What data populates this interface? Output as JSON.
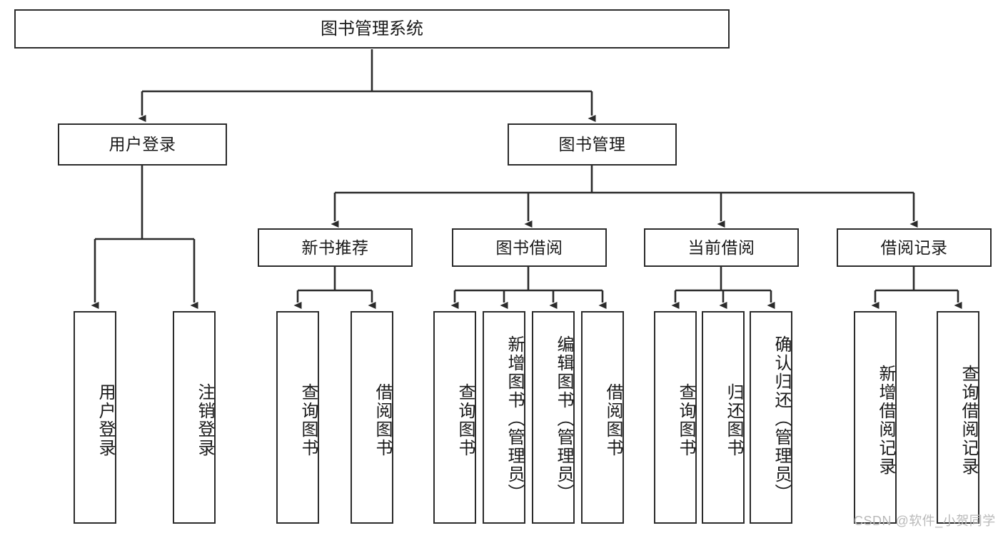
{
  "diagram": {
    "title": "图书管理系统",
    "type": "hierarchy-tree",
    "root": {
      "label": "图书管理系统"
    },
    "level2": [
      {
        "id": "user-login",
        "label": "用户登录"
      },
      {
        "id": "book-manage",
        "label": "图书管理"
      }
    ],
    "level3": [
      {
        "id": "new-book-recommend",
        "label": "新书推荐",
        "parent": "book-manage"
      },
      {
        "id": "book-borrow",
        "label": "图书借阅",
        "parent": "book-manage"
      },
      {
        "id": "current-borrow",
        "label": "当前借阅",
        "parent": "book-manage"
      },
      {
        "id": "borrow-record",
        "label": "借阅记录",
        "parent": "book-manage"
      }
    ],
    "leaves": [
      {
        "id": "leaf-user-login",
        "label": "用户登录",
        "parent": "user-login"
      },
      {
        "id": "leaf-logout",
        "label": "注销登录",
        "parent": "user-login"
      },
      {
        "id": "leaf-query-book-1",
        "label": "查询图书",
        "parent": "new-book-recommend"
      },
      {
        "id": "leaf-borrow-book-1",
        "label": "借阅图书",
        "parent": "new-book-recommend"
      },
      {
        "id": "leaf-query-book-2",
        "label": "查询图书",
        "parent": "book-borrow"
      },
      {
        "id": "leaf-add-book",
        "label": "新增图书（管理员）",
        "parent": "book-borrow"
      },
      {
        "id": "leaf-edit-book",
        "label": "编辑图书（管理员）",
        "parent": "book-borrow"
      },
      {
        "id": "leaf-borrow-book-2",
        "label": "借阅图书",
        "parent": "book-borrow"
      },
      {
        "id": "leaf-query-book-3",
        "label": "查询图书",
        "parent": "current-borrow"
      },
      {
        "id": "leaf-return-book",
        "label": "归还图书",
        "parent": "current-borrow"
      },
      {
        "id": "leaf-confirm-return",
        "label": "确认归还（管理员）",
        "parent": "current-borrow"
      },
      {
        "id": "leaf-add-record",
        "label": "新增借阅记录",
        "parent": "borrow-record"
      },
      {
        "id": "leaf-query-record",
        "label": "查询借阅记录",
        "parent": "borrow-record"
      }
    ],
    "watermark": "CSDN @软件_小贺同学",
    "colors": {
      "stroke": "#2b2b2b",
      "fill": "#ffffff",
      "text": "#1a1a1a",
      "watermark": "#b9b9b9"
    }
  }
}
